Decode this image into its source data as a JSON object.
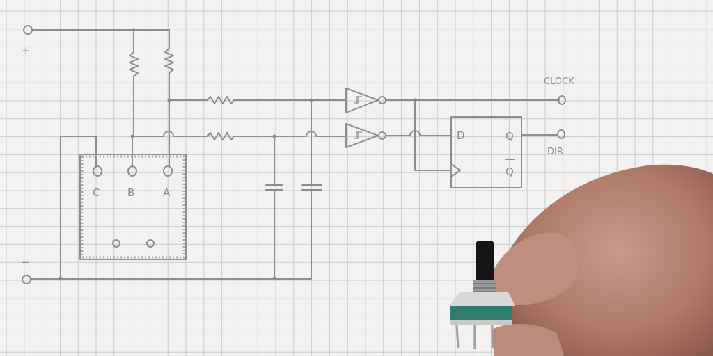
{
  "diagram": {
    "title": "Rotary encoder to direction/clock circuit (hand-drawn)",
    "terminals": {
      "positive": {
        "label": "+"
      },
      "negative": {
        "label": "−"
      },
      "clock": {
        "label": "CLOCK"
      },
      "dir": {
        "label": "DIR"
      }
    },
    "encoder": {
      "pins": [
        {
          "label": "C"
        },
        {
          "label": "B"
        },
        {
          "label": "A"
        }
      ]
    },
    "flipflop": {
      "d_label": "D",
      "q_label": "Q",
      "qbar_label": "Q"
    },
    "components": [
      "pull-up resistor x2",
      "series resistor x2",
      "capacitor x2",
      "schmitt inverter x2",
      "D flip-flop"
    ],
    "colors": {
      "pencil": "#8d8d8d",
      "paper": "#f3f2f0",
      "grid": "#c9cbcd",
      "skin": "#c98f7a",
      "encoder_green": "#2e7d6e"
    }
  }
}
